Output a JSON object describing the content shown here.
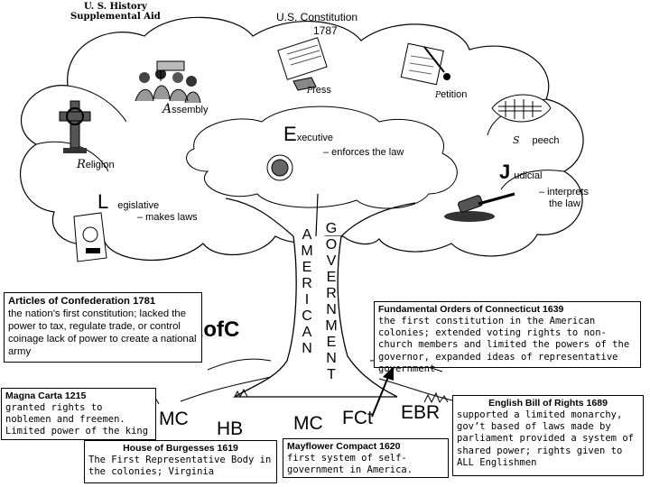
{
  "logo": {
    "line1": "U. S. History",
    "line2": "Supplemental Aid"
  },
  "top": {
    "title": "U.S. Constitution",
    "year": "1787"
  },
  "rights": {
    "press": {
      "cap": "P",
      "rest": "ress"
    },
    "petition": {
      "cap": "P",
      "rest": "etition"
    },
    "assembly": {
      "cap": "A",
      "rest": "ssembly"
    },
    "speech": {
      "cap": "S",
      "rest": "peech"
    },
    "religion": {
      "cap": "R",
      "rest": "eligion"
    }
  },
  "branches": {
    "executive": {
      "cap": "E",
      "rest": "xecutive",
      "desc": "– enforces the law"
    },
    "judicial": {
      "cap": "J",
      "rest": "udicial",
      "desc1": "– interprets",
      "desc2": "the law"
    },
    "legislative": {
      "cap": "L",
      "rest": "egislative",
      "desc": "– makes laws"
    }
  },
  "trunk": {
    "american": [
      "A",
      "M",
      "E",
      "R",
      "I",
      "C",
      "A",
      "N"
    ],
    "government": [
      "G",
      "O",
      "V",
      "E",
      "R",
      "N",
      "M",
      "E",
      "N",
      "T"
    ]
  },
  "roots": {
    "aofc": "AofC",
    "mc1": "MC",
    "hb": "HB",
    "mc2": "MC",
    "fct": "FCt",
    "ebr": "EBR"
  },
  "boxes": {
    "aoc": {
      "title": "Articles of Confederation 1781",
      "body": "the nation’s first constitution; lacked the power to tax, regulate trade, or control coinage lack of power to create a national army"
    },
    "foc": {
      "title": "Fundamental Orders of Connecticut 1639",
      "body": "the first constitution in the American colonies; extended voting rights to non-church members and limited the powers of the governor, expanded ideas of representative government"
    },
    "magna": {
      "title": "Magna Carta 1215",
      "body": "granted rights to noblemen and freemen.  Limited power of the king"
    },
    "hob": {
      "title": "House of Burgesses 1619",
      "body": "The First Representative Body in the colonies; Virginia"
    },
    "mayflower": {
      "title": "Mayflower Compact 1620",
      "body": "first system of self-government in America."
    },
    "ebr": {
      "title": "English Bill of Rights 1689",
      "body": "supported a limited monarchy, gov’t based of laws made by parliament provided a system of shared power; rights given to ALL Englishmen"
    }
  }
}
